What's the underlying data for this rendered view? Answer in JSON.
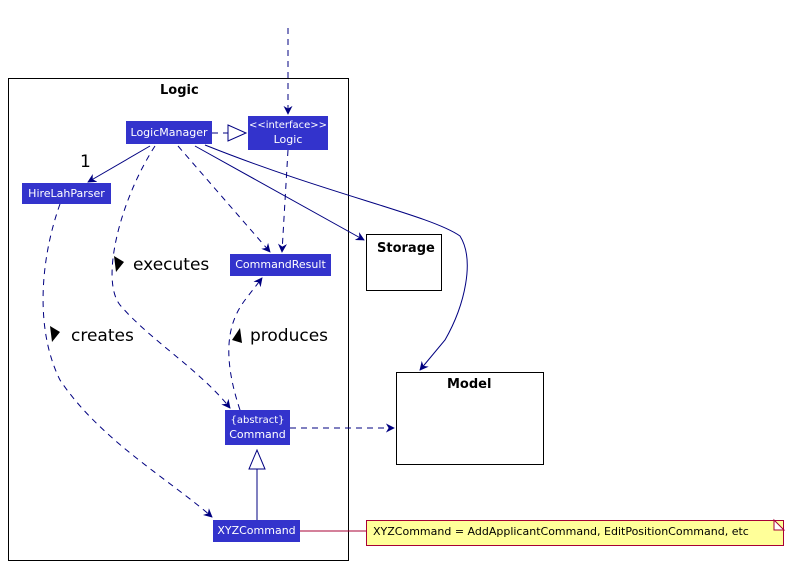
{
  "packages": {
    "logic": "Logic",
    "storage": "Storage",
    "model": "Model"
  },
  "classes": {
    "logic_manager": "LogicManager",
    "logic_interface": {
      "stereotype": "<<interface>>",
      "name": "Logic"
    },
    "parser": "HireLahParser",
    "command_result": "CommandResult",
    "command": {
      "stereotype": "{abstract}",
      "name": "Command"
    },
    "xyz_command": "XYZCommand"
  },
  "labels": {
    "multiplicity": "1",
    "executes": "executes",
    "creates": "creates",
    "produces": "produces"
  },
  "note": "XYZCommand = AddApplicantCommand, EditPositionCommand, etc",
  "colors": {
    "class_fill": "#3333cc",
    "arrow": "#000080",
    "note_fill": "#ffff99",
    "note_border": "#a80036"
  }
}
